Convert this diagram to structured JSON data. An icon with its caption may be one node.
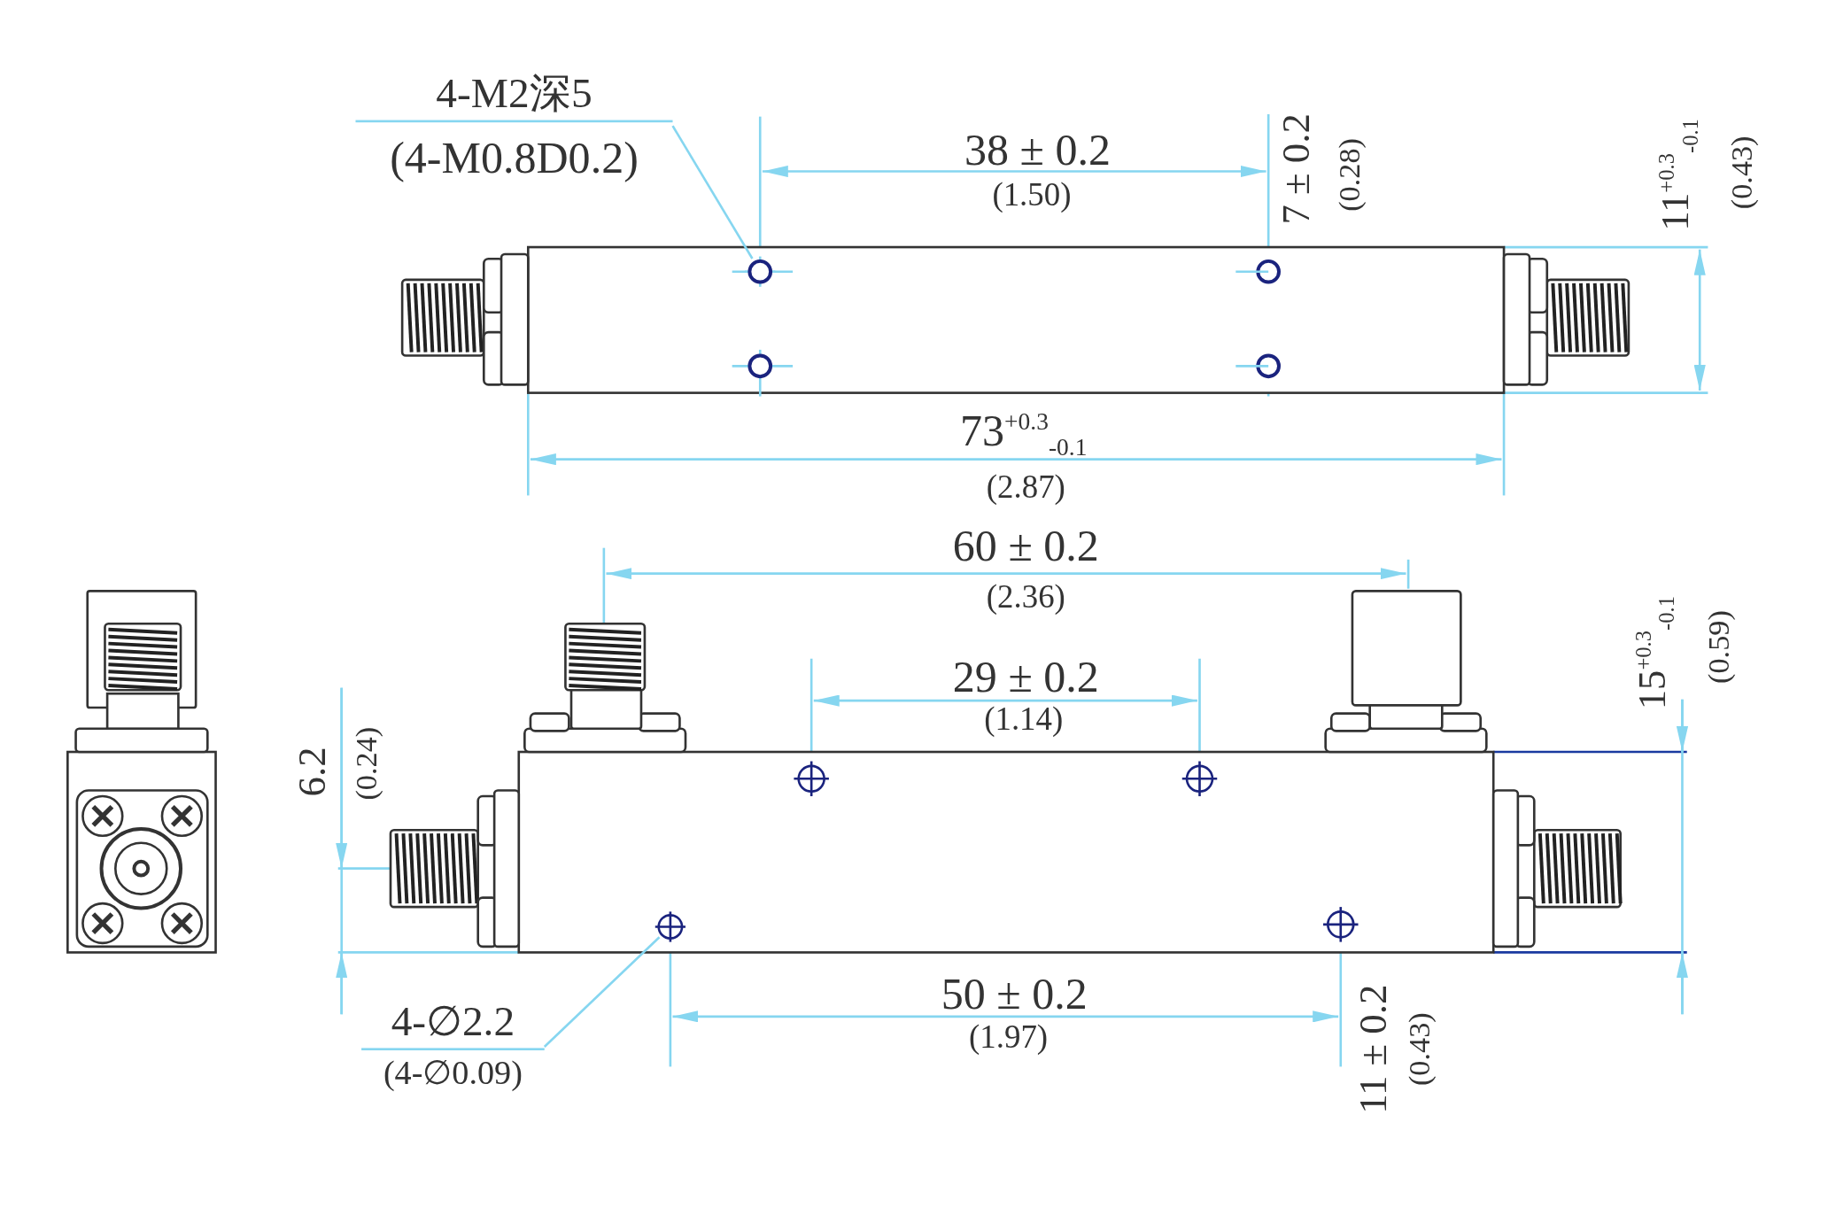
{
  "diagram": {
    "nodes": [
      {
        "text": [
          "4-M2深5",
          "(4-M0.8D0.2)"
        ]
      },
      {
        "text": [],
        "shape": "circle"
      },
      {
        "text": [
          "4-∅2.2",
          "(4-∅0.09)"
        ]
      },
      {
        "text": [],
        "shape": "circle"
      }
    ],
    "edges": [
      {
        "from": 0,
        "to": 1,
        "arrow": "none"
      },
      {
        "from": 2,
        "to": 3,
        "arrow": "none"
      }
    ],
    "labels": [
      "38 ± 0.2",
      "(1.50)",
      "7 ± 0.2",
      "(0.28)",
      "11$^{+0.3}$$_{-0.1}$",
      "(0.43)",
      "73$^{+0.3}$$_{-0.1}$",
      "(2.87)",
      "60 ± 0.2",
      "(2.36)",
      "15$^{+0.3}$$_{-0.1}$",
      "(0.59)",
      "29 ± 0.2",
      "(1.14)",
      "6.2",
      "(0.24)",
      "50 ± 0.2",
      "(1.97)",
      "11 ± 0.2",
      "(0.43)"
    ]
  }
}
